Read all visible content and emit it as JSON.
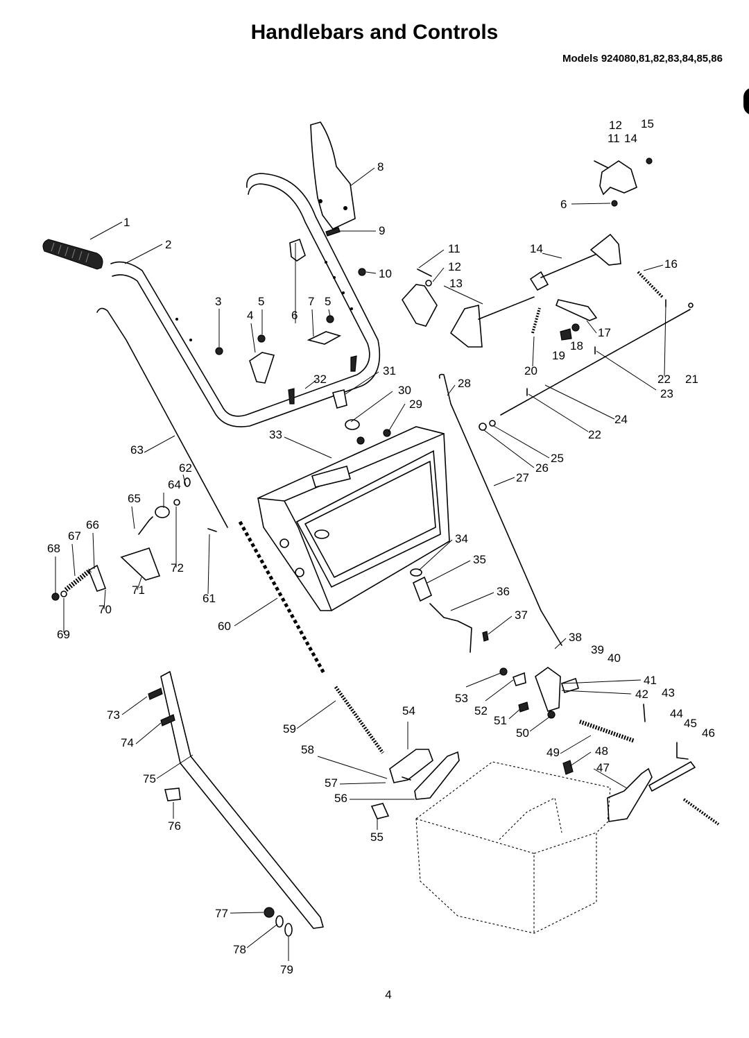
{
  "page": {
    "title": "Handlebars and Controls",
    "models": "Models 924080,81,82,83,84,85,86",
    "page_number": "4"
  },
  "callouts": [
    "1",
    "2",
    "3",
    "4",
    "5",
    "5",
    "6",
    "6",
    "7",
    "8",
    "9",
    "10",
    "11",
    "11",
    "12",
    "12",
    "13",
    "14",
    "14",
    "15",
    "16",
    "17",
    "18",
    "19",
    "20",
    "21",
    "22",
    "22",
    "23",
    "24",
    "25",
    "26",
    "27",
    "28",
    "29",
    "30",
    "31",
    "32",
    "33",
    "34",
    "35",
    "36",
    "37",
    "38",
    "39",
    "40",
    "41",
    "42",
    "43",
    "44",
    "45",
    "46",
    "47",
    "48",
    "49",
    "50",
    "51",
    "52",
    "53",
    "54",
    "55",
    "56",
    "57",
    "58",
    "59",
    "60",
    "61",
    "62",
    "63",
    "64",
    "65",
    "66",
    "67",
    "68",
    "69",
    "70",
    "71",
    "72",
    "73",
    "74",
    "75",
    "76",
    "77",
    "78",
    "79"
  ]
}
